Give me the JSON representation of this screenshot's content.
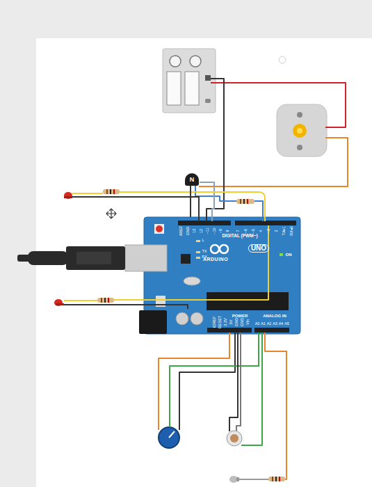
{
  "diagram": {
    "nodes": [
      {
        "text": [
          "DIGITAL (PWM~)",
          "UNO",
          "ARDUINO",
          "POWER",
          "ANALOG IN"
        ]
      },
      {
        "text": [
          "N"
        ]
      }
    ],
    "edges": [
      {
        "from": 1,
        "to": 0,
        "arrow": "none"
      }
    ],
    "labels": [
      "L",
      "TX",
      "RX",
      "ON",
      "AREF",
      "GND",
      "13",
      "12",
      "~11",
      "~10",
      "~9",
      "8",
      "7",
      "~6",
      "~5",
      "4",
      "~3",
      "2",
      "TX▸1",
      "RX◂0",
      "IOREF",
      "RESET",
      "3.3V",
      "5V",
      "GND",
      "GND",
      "Vin",
      "A0",
      "A1",
      "A2",
      "A3",
      "A4",
      "A5"
    ]
  }
}
